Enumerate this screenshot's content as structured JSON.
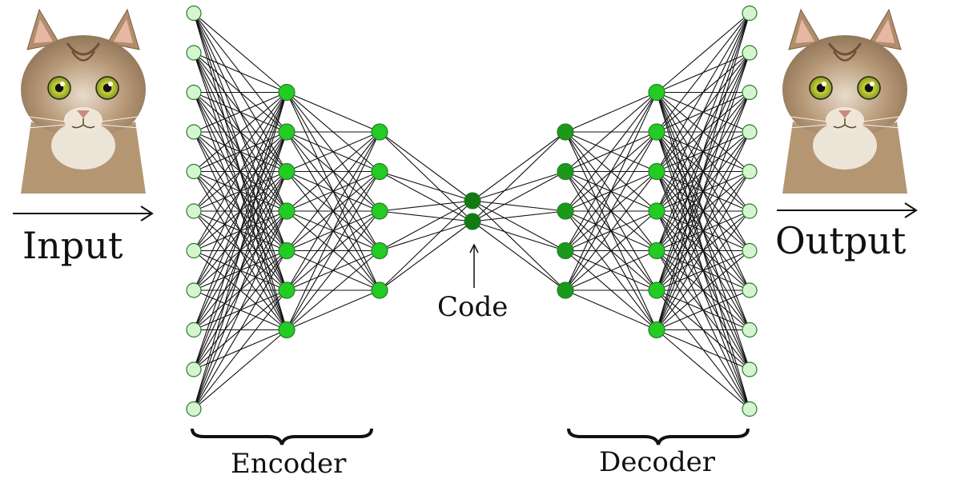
{
  "labels": {
    "input": "Input",
    "output": "Output",
    "code": "Code",
    "encoder": "Encoder",
    "decoder": "Decoder"
  },
  "network": {
    "layer_sizes": [
      11,
      7,
      5,
      2,
      5,
      7,
      11
    ]
  },
  "colors": {
    "input_nodes": "#d4f5d0",
    "output_nodes": "#d4f5d0",
    "hidden_nodes": "#22cc22",
    "code_nodes": "#117a11",
    "inner_decoder_nodes": "#1a9a1a",
    "edges": "#111111",
    "node_stroke": "#2a7a2a"
  },
  "images": {
    "input_image": "cat-photo",
    "output_image": "cat-photo"
  }
}
